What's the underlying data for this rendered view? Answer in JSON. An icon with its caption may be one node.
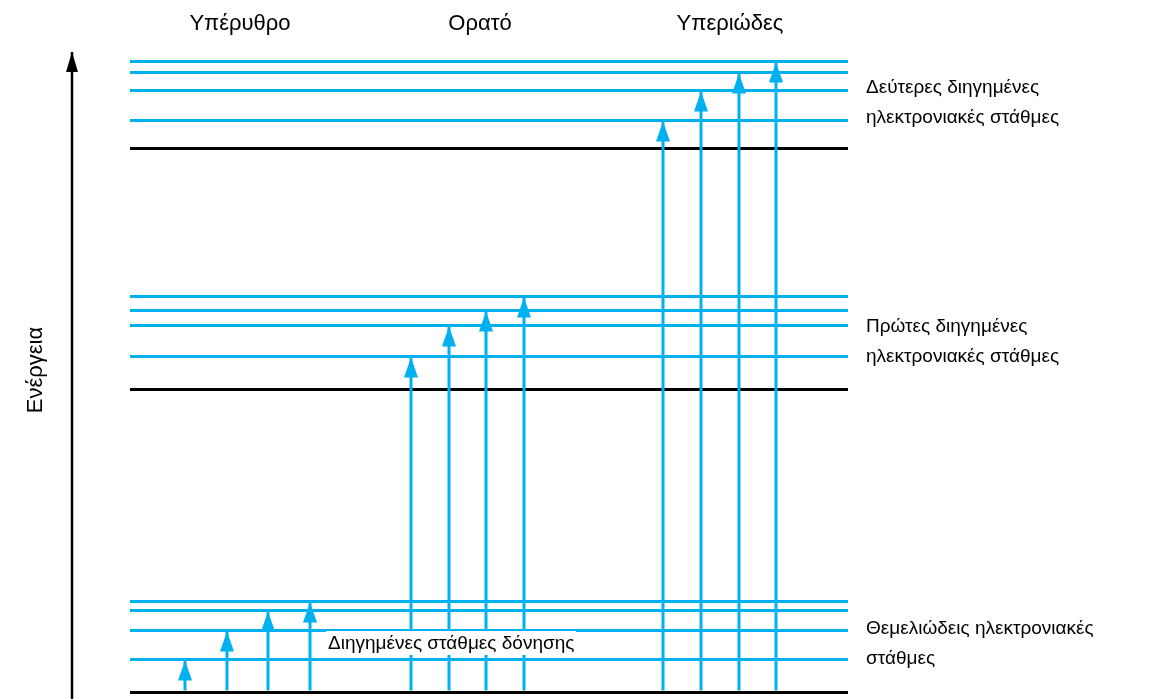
{
  "diagram": {
    "nodes": [
      {
        "text": [],
        "shape": "line"
      },
      {
        "text": [],
        "shape": "line"
      },
      {
        "text": [],
        "shape": "line"
      },
      {
        "text": [],
        "shape": "line"
      },
      {
        "text": [],
        "shape": "line"
      },
      {
        "text": [],
        "shape": "line"
      },
      {
        "text": [],
        "shape": "line"
      },
      {
        "text": [],
        "shape": "line"
      },
      {
        "text": [],
        "shape": "line"
      },
      {
        "text": [],
        "shape": "line"
      },
      {
        "text": [],
        "shape": "line"
      },
      {
        "text": [],
        "shape": "line"
      },
      {
        "text": [],
        "shape": "line"
      },
      {
        "text": [],
        "shape": "line"
      },
      {
        "text": [],
        "shape": "line"
      }
    ],
    "edges": [
      {
        "from": 14,
        "to": 13,
        "arrow": "to"
      },
      {
        "from": 14,
        "to": 12,
        "arrow": "to"
      },
      {
        "from": 14,
        "to": 11,
        "arrow": "to"
      },
      {
        "from": 14,
        "to": 10,
        "arrow": "to"
      },
      {
        "from": 14,
        "to": 8,
        "arrow": "to"
      },
      {
        "from": 14,
        "to": 7,
        "arrow": "to"
      },
      {
        "from": 14,
        "to": 6,
        "arrow": "to"
      },
      {
        "from": 14,
        "to": 5,
        "arrow": "to"
      },
      {
        "from": 14,
        "to": 3,
        "arrow": "to"
      },
      {
        "from": 14,
        "to": 2,
        "arrow": "to"
      },
      {
        "from": 14,
        "to": 1,
        "arrow": "to"
      },
      {
        "from": 14,
        "to": 0,
        "arrow": "to"
      }
    ],
    "labels": [
      "Υπέρυθρο",
      "Ορατό",
      "Υπεριώδες",
      "Ενέργεια",
      "Δεύτερες διηγημένες ηλεκτρονιακές στάθμες",
      "Πρώτες διηγημένες ηλεκτρονιακές στάθμες",
      "Διηγημένες στάθμες δόνησης",
      "Θεμελιώδεις ηλεκτρονιακές στάθμες"
    ]
  }
}
